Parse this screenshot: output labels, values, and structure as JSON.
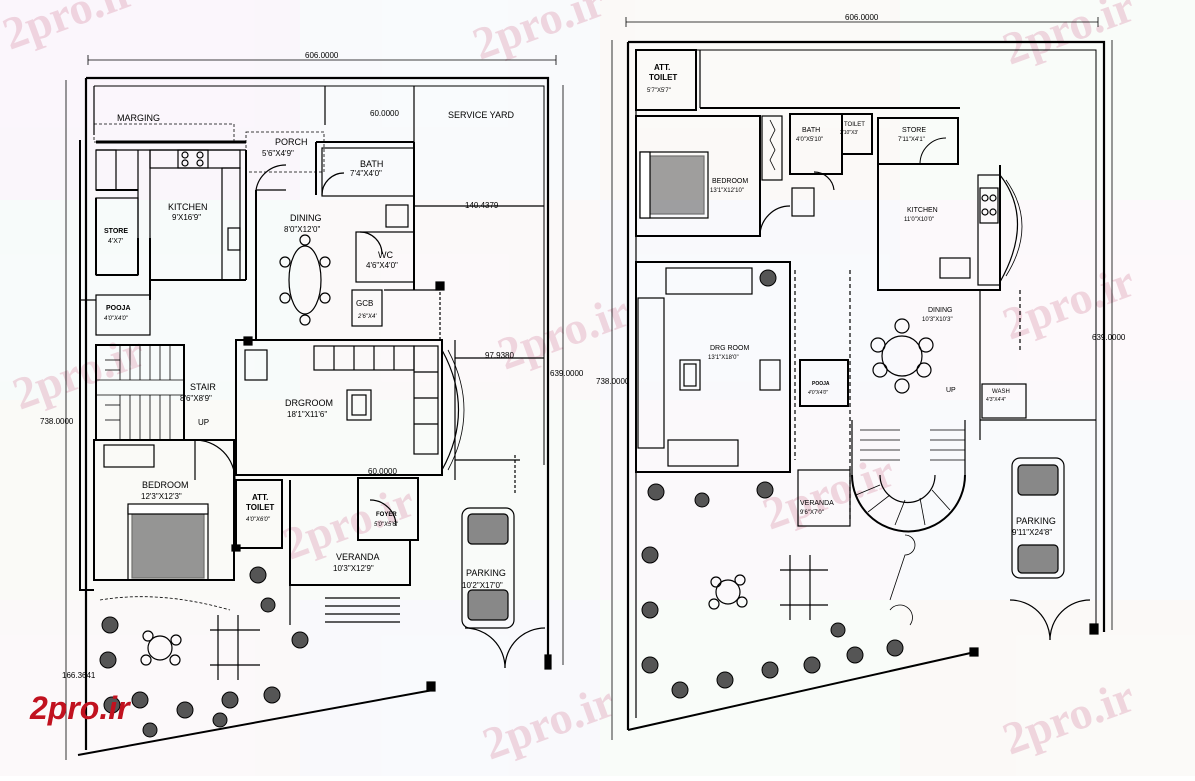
{
  "watermark": "2pro.ir",
  "logo_text": "2pro.ir",
  "left_plan": {
    "dim_top": "606.0000",
    "dim_left": "738.0000",
    "dim_right": "639.0000",
    "dim_service": "60.0000",
    "dim_inner": "140.4379",
    "dim_mid": "97.9380",
    "dim_low": "60.0000",
    "dim_bottom": "166.3641",
    "rooms": {
      "marging": "MARGING",
      "service_yard": "SERVICE YARD",
      "porch": "PORCH",
      "porch_size": "5'6\"X4'9\"",
      "bath": "BATH",
      "bath_size": "7'4\"X4'0\"",
      "kitchen": "KITCHEN",
      "kitchen_size": "9'X16'9\"",
      "store": "STORE",
      "store_size": "4'X7'",
      "dining": "DINING",
      "dining_size": "8'0\"X12'0\"",
      "wc": "WC",
      "wc_size": "4'6\"X4'0\"",
      "pooja": "POOJA",
      "pooja_size": "4'0\"X4'0\"",
      "gcb": "GCB",
      "gcb_size": "2'6\"X4'",
      "stair": "STAIR",
      "stair_size": "8'6\"X8'9\"",
      "up": "UP",
      "drgroom": "DRGROOM",
      "drgroom_size": "18'1\"X11'6\"",
      "bedroom": "BEDROOM",
      "bedroom_size": "12'3\"X12'3\"",
      "att": "ATT.",
      "toilet": "TOILET",
      "toilet_size": "4'0\"X6'0\"",
      "foyer": "FOYER",
      "foyer_size": "5'0\"X5'6\"",
      "veranda": "VERANDA",
      "veranda_size": "10'3\"X12'9\"",
      "parking": "PARKING",
      "parking_size": "10'2\"X17'0\""
    }
  },
  "right_plan": {
    "dim_top": "606.0000",
    "dim_left": "738.0000",
    "dim_right": "639.0000",
    "rooms": {
      "att": "ATT.",
      "toilet": "TOILET",
      "toilet_size": "5'7\"X5'7\"",
      "bath": "BATH",
      "bath_size": "4'0\"X5'10\"",
      "toilet2": "TOILET",
      "toilet2_size": "2'10\"X3'",
      "store": "STORE",
      "store_size": "7'11\"X4'1\"",
      "bedroom": "BEDROOM",
      "bedroom_size": "13'1\"X12'10\"",
      "kitchen": "KITCHEN",
      "kitchen_size": "11'0\"X10'0\"",
      "dining": "DINING",
      "dining_size": "10'3\"X10'3\"",
      "drgroom": "DRG ROOM",
      "drgroom_size": "13'1\"X18'0\"",
      "pooja": "POOJA",
      "pooja_size": "4'0\"X4'0\"",
      "up": "UP",
      "wash": "WASH",
      "wash_size": "4'3\"X4'4\"",
      "veranda": "VERANDA",
      "veranda_size": "9'6\"X7'0\"",
      "parking": "PARKING",
      "parking_size": "9'11\"X24'8\""
    }
  }
}
